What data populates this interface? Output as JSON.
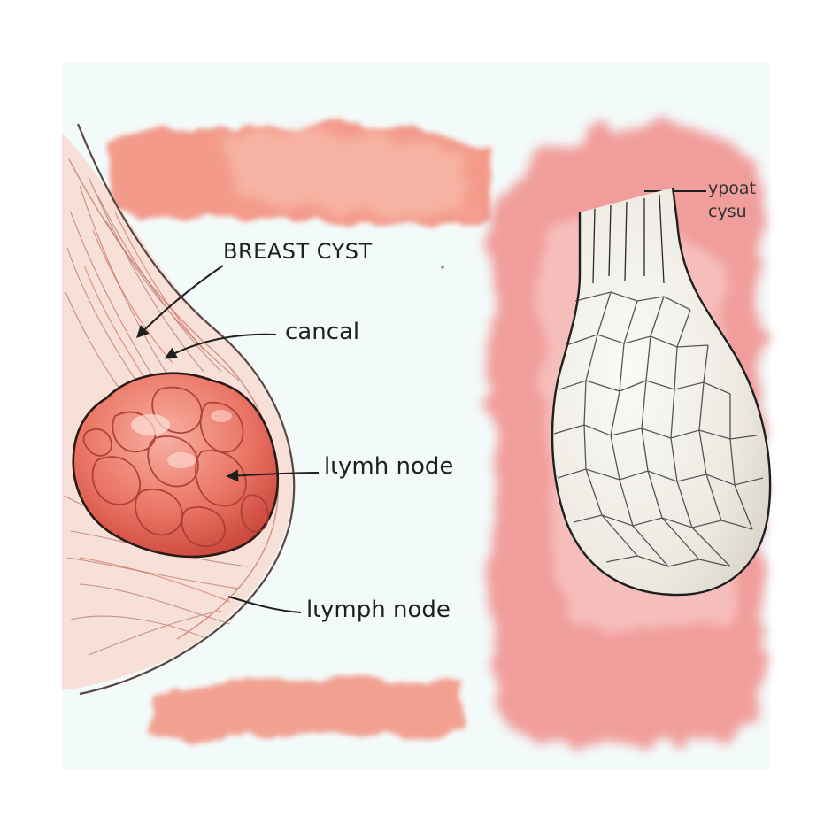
{
  "labels": {
    "breast_cyst": "BREAST CYST",
    "cancal": "cancal",
    "lymh_node": "lιymh node",
    "lymph_node": "lιymph node",
    "ypoat": "ypoat",
    "cysu": "cysu"
  },
  "colors": {
    "paper": "#f3fafa",
    "wash_light": "#f5b3a2",
    "wash_strong": "#ee6b61",
    "tumor": "#e86a5a",
    "tumor_dark": "#b83a2f",
    "ink": "#1f1f1f",
    "cyst_fill": "#f2f0ea"
  }
}
